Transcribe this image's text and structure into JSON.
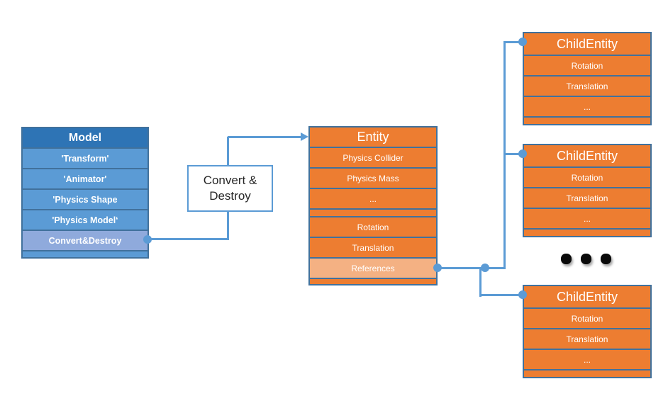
{
  "diagram": {
    "model": {
      "title": "Model",
      "rows": [
        "'Transform'",
        "'Animator'",
        "'Physics Shape",
        "'Physics Model‘",
        "Convert&Destroy"
      ]
    },
    "convert_destroy": {
      "label_line1": "Convert &",
      "label_line2": "Destroy"
    },
    "entity": {
      "title": "Entity",
      "rows": [
        "Physics Collider",
        "Physics Mass",
        "...",
        "Rotation",
        "Translation",
        "References"
      ]
    },
    "child_entities": [
      {
        "title": "ChildEntity",
        "rows": [
          "Rotation",
          "Translation",
          "..."
        ]
      },
      {
        "title": "ChildEntity",
        "rows": [
          "Rotation",
          "Translation",
          "..."
        ]
      },
      {
        "title": "ChildEntity",
        "rows": [
          "Rotation",
          "Translation",
          "..."
        ]
      }
    ],
    "more_children_indicator": "...",
    "colors": {
      "model_header": "#2E74B5",
      "model_row": "#5B9BD5",
      "model_highlight_row": "#8FAADC",
      "orange_fill": "#ED7D31",
      "orange_highlight_row": "#F4B183",
      "box_border": "#41719C",
      "connector": "#5B9BD5",
      "text_on_fill": "#FFFFFF",
      "convert_box_text": "#262626"
    }
  }
}
